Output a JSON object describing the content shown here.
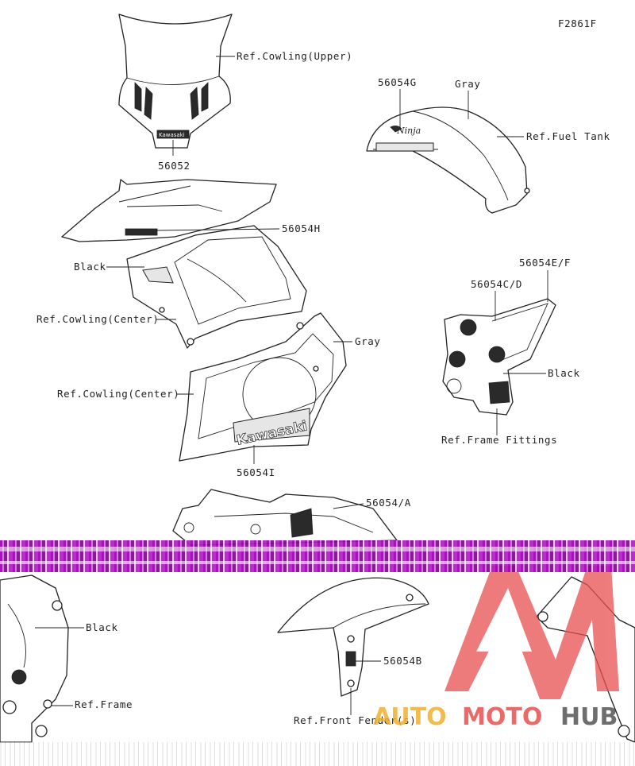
{
  "figure_code": "F2861F",
  "labels": {
    "ref_cowling_upper": "Ref.Cowling(Upper)",
    "p56052": "56052",
    "p56054g": "56054G",
    "gray_tank": "Gray",
    "ref_fuel_tank": "Ref.Fuel Tank",
    "p56054h": "56054H",
    "black_center": "Black",
    "ref_cowling_center_1": "Ref.Cowling(Center)",
    "gray_center": "Gray",
    "ref_cowling_center_2": "Ref.Cowling(Center)",
    "p56054i": "56054I",
    "p56054ef": "56054E/F",
    "p56054cd": "56054C/D",
    "black_frame": "Black",
    "ref_frame_fittings": "Ref.Frame Fittings",
    "p56054a": "56054/A",
    "black_frame_lower": "Black",
    "ref_frame": "Ref.Frame",
    "p56054b": "56054B",
    "ref_front_fender": "Ref.Front Fender(s)"
  },
  "decal_text": {
    "kawasaki_large": "Kawasaki",
    "kawasaki_small": "Kawasaki",
    "ninja": "Ninja"
  },
  "watermark": {
    "auto": "AUTO",
    "moto": "MOTO",
    "hub": "HUB",
    "color_auto": "#f0b030",
    "color_moto": "#e85050",
    "color_hub": "#555555"
  }
}
